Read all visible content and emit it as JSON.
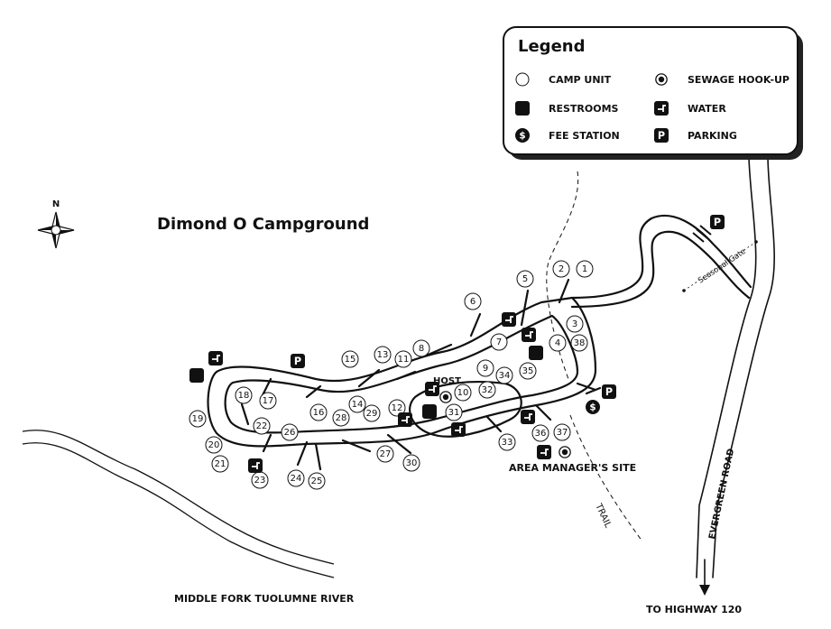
{
  "title": "Dimond O Campground",
  "legend": {
    "title": "Legend",
    "items": [
      {
        "icon": "camp-unit-circle",
        "label": "CAMP UNIT"
      },
      {
        "icon": "sewage-hookup-icon",
        "label": "SEWAGE HOOK-UP"
      },
      {
        "icon": "restrooms-icon",
        "label": "RESTROOMS"
      },
      {
        "icon": "water-icon",
        "label": "WATER"
      },
      {
        "icon": "fee-station-icon",
        "label": "FEE STATION"
      },
      {
        "icon": "parking-icon",
        "label": "PARKING"
      }
    ]
  },
  "labels": {
    "host": "HOST",
    "area_manager": "AREA MANAGER'S SITE",
    "trail": "TRAIL",
    "road": "EVERGREEN ROAD",
    "river": "MIDDLE FORK TUOLUMNE RIVER",
    "highway": "TO HIGHWAY 120",
    "gate": "Seasonal Gate",
    "north": "N"
  },
  "icon_glyphs": {
    "parking": "P",
    "fee": "$"
  },
  "sites": [
    "1",
    "2",
    "3",
    "4",
    "5",
    "6",
    "7",
    "8",
    "9",
    "10",
    "11",
    "12",
    "13",
    "14",
    "15",
    "16",
    "17",
    "18",
    "19",
    "20",
    "21",
    "22",
    "23",
    "24",
    "25",
    "26",
    "27",
    "28",
    "29",
    "30",
    "31",
    "32",
    "33",
    "34",
    "35",
    "36",
    "37",
    "38"
  ]
}
